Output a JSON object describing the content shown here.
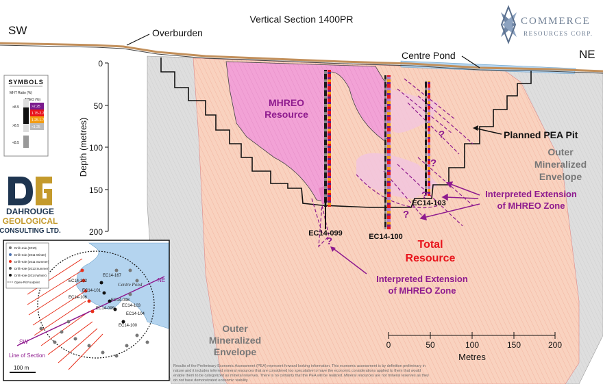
{
  "title": "Vertical Section 1400PR",
  "logo": {
    "name_line1": "COMMERCE",
    "name_line2": "RESOURCES CORP."
  },
  "directions": {
    "left": "SW",
    "right": "NE"
  },
  "labels": {
    "overburden": "Overburden",
    "centre_pond": "Centre Pond",
    "mhreo_resource_1": "MHREO",
    "mhreo_resource_2": "Resource",
    "total_resource_1": "Total",
    "total_resource_2": "Resource",
    "planned_pit": "Planned PEA Pit",
    "outer_right_1": "Outer",
    "outer_right_2": "Mineralized",
    "outer_right_3": "Envelope",
    "outer_left_1": "Outer",
    "outer_left_2": "Mineralized",
    "outer_left_3": "Envelope",
    "interp_right_1": "Interpreted Extension",
    "interp_right_2": "of MHREO Zone",
    "interp_bottom_1": "Interpreted Extension",
    "interp_bottom_2": "of MHREO Zone",
    "question": "?"
  },
  "drillholes": [
    "EC14-099",
    "EC14-100",
    "EC14-103"
  ],
  "depth_axis": {
    "label": "Depth (metres)",
    "ticks": [
      "0",
      "50",
      "100",
      "150",
      "200"
    ]
  },
  "scale_bar": {
    "label": "Metres",
    "ticks": [
      "0",
      "50",
      "100",
      "150",
      "200"
    ]
  },
  "symbols_legend": {
    "title": "SYMBOLS",
    "subtitle_mht": "MHT Ratio (%)",
    "subtitle_treo": "TREO (%)",
    "mht_items": [
      ">8.5",
      ">8.5",
      "<8.5"
    ],
    "treo_items": [
      ">2.25",
      "1.75-2.25",
      "1.25-1.75",
      "<1.25"
    ]
  },
  "dahrouge": {
    "line1": "DAHROUGE",
    "line2": "GEOLOGICAL",
    "line3": "CONSULTING LTD."
  },
  "inset_map": {
    "legend": [
      "Drill Hole (2010)",
      "Drill Hole (2011 Winter)",
      "Drill Hole (2011 Summer)",
      "Drill Hole (2013 Summer)",
      "Drill Hole (2014 Winter)",
      "Open-Pit Footprint"
    ],
    "hole_labels": [
      "EC14-167",
      "EC14-102",
      "EC14-101",
      "EC14-098",
      "EC14-099",
      "EC14-103",
      "EC14-100",
      "EC14-104",
      "EC14-106"
    ],
    "centre_pond": "Centre Pond",
    "ne": "NE",
    "sw": "SW",
    "line_of_section": "Line of Section",
    "scale": "100 m"
  },
  "disclaimer": [
    "Results of the Preliminary Economic Assessment (PEA) represent forward looking information. This economic assessment is by definition preliminary in",
    "nature and it includes inferred mineral resources that are considered too speculative to have the economic considerations applied to them that would",
    "enable them to be categorized as mineral reserves. There is no certainty that the PEA will be realized. Mineral resources are not mineral reserves as they",
    "do not have demonstrated economic viability."
  ],
  "colors": {
    "total_resource": "#f9d2bf",
    "mhreo": "#f2a2d6",
    "outer_envelope": "#dcdcdc",
    "pond": "#b4d4ef",
    "interp": "#8e1a8e",
    "total_text": "#e8141c"
  }
}
